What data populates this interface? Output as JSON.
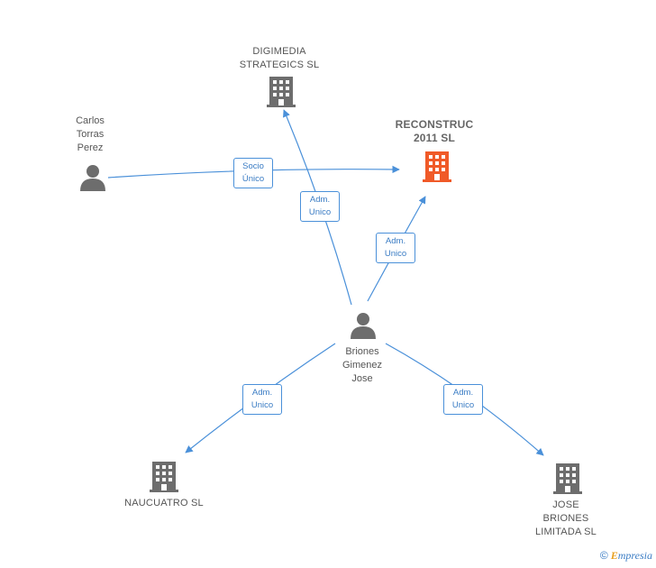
{
  "colors": {
    "edge": "#4a90d9",
    "company_icon": "#6d6d6d",
    "highlight_icon": "#f05a28",
    "person_icon": "#6d6d6d"
  },
  "nodes": {
    "digimedia": {
      "label": "DIGIMEDIA\nSTRATEGICS SL",
      "icon": "building-icon"
    },
    "reconstruc": {
      "label": "RECONSTRUC\n2011 SL",
      "icon": "building-icon"
    },
    "carlos": {
      "label": "Carlos\nTorras\nPerez",
      "icon": "person-icon"
    },
    "briones": {
      "label": "Briones\nGimenez\nJose",
      "icon": "person-icon"
    },
    "naucuatro": {
      "label": "NAUCUATRO SL",
      "icon": "building-icon"
    },
    "jose_briones": {
      "label": "JOSE\nBRIONES\nLIMITADA SL",
      "icon": "building-icon"
    }
  },
  "relations": {
    "socio_unico": "Socio\nÚnico",
    "adm_digimedia": "Adm.\nUnico",
    "adm_reconstruc": "Adm.\nUnico",
    "adm_naucuatro": "Adm.\nUnico",
    "adm_jose": "Adm.\nUnico"
  },
  "brand": {
    "copyright": "©",
    "first": "E",
    "rest": "mpresia"
  }
}
